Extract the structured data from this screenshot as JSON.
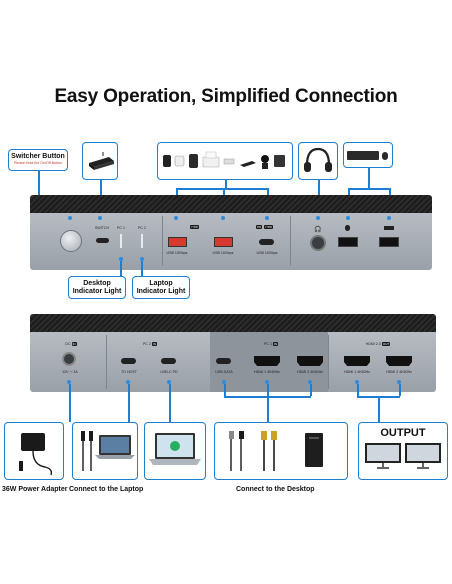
{
  "title": "Easy Operation, Simplified Connection",
  "front": {
    "switcher_label": "Switcher Button",
    "switcher_sub": "Please Hold the On/Off Button",
    "desktop_light": "Desktop\nIndicator Light",
    "laptop_light": "Laptop\nIndicator Light",
    "desktop_light_1": "Desktop",
    "desktop_light_2": "Indicator Light",
    "laptop_light_1": "Laptop",
    "laptop_light_2": "Indicator Light",
    "switch_label": "SWITCH",
    "pc1_label": "PC 1",
    "pc2_label": "PC 2",
    "usb1_label": "USB 10Gbps",
    "usb2_label": "USB 10Gbps",
    "usbc_label": "USB 10Gbps",
    "pd_badge_1": "7.5W",
    "pd_badge_2": "PD",
    "pd_badge_3": "7.5W"
  },
  "back": {
    "dc_label": "DC",
    "dc_badge": "IN",
    "dc_rating": "12V ⎓ 3A",
    "pc2_group": "PC 2",
    "pc2_badge": "IN",
    "to_host": "TO HOST",
    "usbc_pd": "USB-C PD",
    "pc1_group": "PC 1",
    "pc1_badge": "IN",
    "usb_data": "USB DATA",
    "hdmi1_in": "HDMI 1 4K60Hz",
    "hdmi2_in": "HDMI 2 4K60Hz",
    "hdmi_out_group": "HDMI 2.0",
    "hdmi_out_badge": "OUT",
    "hdmi1_out": "HDMI 1 4K60Hz",
    "hdmi2_out": "HDMI 2 4K60Hz"
  },
  "captions": {
    "power": "36W Power Adapter",
    "laptop": "Connect to the Laptop",
    "desktop": "Connect to the Desktop",
    "output": "OUTPUT"
  },
  "colors": {
    "accent": "#1e7fd0",
    "usb_red": "#d63a2e"
  }
}
